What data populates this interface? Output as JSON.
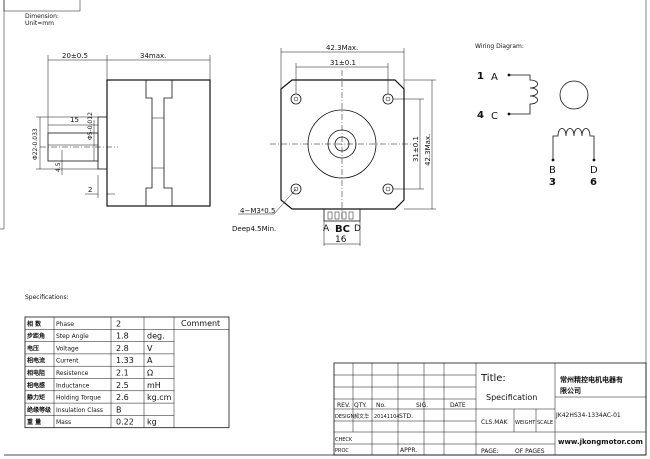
{
  "header": {
    "dimension_label": "Dimension:",
    "unit_label": "Unit=mm"
  },
  "side_view": {
    "dim_shaft_length": "20±0.5",
    "dim_body_length": "34max.",
    "dim_flat_length": "15",
    "dim_shaft_dia": "Φ5-0.012",
    "dim_boss_dia": "Φ22-0.033",
    "dim_flat_depth": "4.5",
    "dim_boss_height": "2"
  },
  "front_view": {
    "dim_width": "42.3Max.",
    "dim_hole_spacing_h": "31±0.1",
    "dim_hole_spacing_v": "31±0.1",
    "dim_height": "42.3Max.",
    "hole_note": "4−M3*0.5",
    "hole_depth": "Deep4.5Min.",
    "connector_pins": [
      "A",
      "BC",
      "D"
    ],
    "connector_width": "16"
  },
  "wiring": {
    "title": "Wiring Diagram:",
    "left_numbers": [
      "1",
      "4"
    ],
    "left_letters": [
      "A",
      "C"
    ],
    "bottom_letters": [
      "B",
      "D"
    ],
    "bottom_numbers": [
      "3",
      "6"
    ]
  },
  "specs": {
    "title": "Specifications:",
    "comment_header": "Comment",
    "rows": [
      {
        "cn": "相 数",
        "en": "Phase",
        "value": "2",
        "unit": ""
      },
      {
        "cn": "步距角",
        "en": "Step Angle",
        "value": "1.8",
        "unit": "deg."
      },
      {
        "cn": "电压",
        "en": "Voltage",
        "value": "2.8",
        "unit": "V"
      },
      {
        "cn": "相电流",
        "en": "Current",
        "value": "1.33",
        "unit": "A"
      },
      {
        "cn": "相电阻",
        "en": "Resistence",
        "value": "2.1",
        "unit": "Ω"
      },
      {
        "cn": "相电感",
        "en": "Inductance",
        "value": "2.5",
        "unit": "mH"
      },
      {
        "cn": "静力矩",
        "en": "Holding Torque",
        "value": "2.6",
        "unit": "kg.cm"
      },
      {
        "cn": "绝缘等级",
        "en": "Insulation Class",
        "value": "B",
        "unit": ""
      },
      {
        "cn": "重 量",
        "en": "Mass",
        "value": "0.22",
        "unit": "kg"
      }
    ]
  },
  "title_block": {
    "rev_labels": [
      "REV.",
      "QTY.",
      "No.",
      "SIG.",
      "DATE"
    ],
    "design_label": "DESIGN",
    "design_name": "郝文华",
    "design_date": "20141104",
    "std_label": "STD.",
    "check_label": "CHECK",
    "proc_label": "PROC",
    "appr_label": "APPR.",
    "title_label": "Title:",
    "title_value": "Specification",
    "cls_label": "CLS.MAK",
    "weight_label": "WEIGHT",
    "scale_label": "SCALE",
    "page_label": "PAGE:",
    "of_pages_label": "OF PAGES",
    "company_line1": "常州精控电机电器有",
    "company_line2": "限公司",
    "part_number": "JK42HS34-1334AC-01",
    "website": "www.jkongmotor.com"
  }
}
